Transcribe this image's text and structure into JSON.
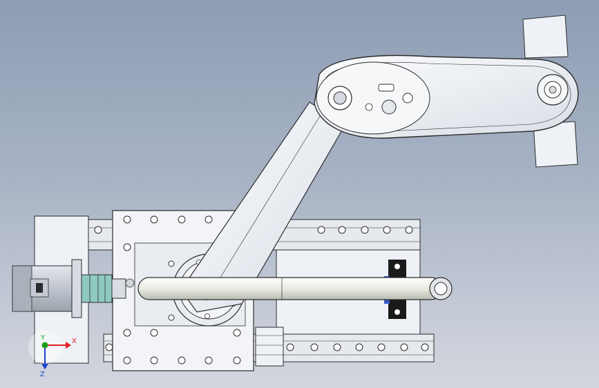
{
  "viewport": {
    "background_top": "#8e9db4",
    "background_bottom": "#d3d6de"
  },
  "triad": {
    "x_label": "X",
    "y_label": "Y",
    "z_label": "Z",
    "x_color": "#e02020",
    "y_color": "#1ea01e",
    "z_color": "#2040d0"
  },
  "colors": {
    "part_fill": "#eef1f5",
    "part_stroke": "#2b2b2b",
    "coupling": "#8fc9c0",
    "motor": "#c9ced6",
    "bearing_block": "#1a1a1a",
    "bearing_accent": "#3a55c8"
  }
}
